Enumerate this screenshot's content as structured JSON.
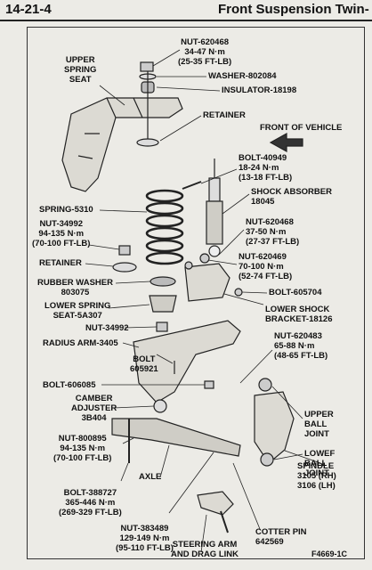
{
  "header": {
    "page_number": "14-21-4",
    "title": "Front Suspension Twin-"
  },
  "labels": {
    "upper_spring_seat": "UPPER\nSPRING\nSEAT",
    "nut_620468_top": "NUT-620468\n34-47 N·m\n(25-35 FT-LB)",
    "washer": "WASHER-802084",
    "insulator": "INSULATOR-18198",
    "retainer_top": "RETAINER",
    "front_of_vehicle": "FRONT OF VEHICLE",
    "bolt_40949": "BOLT-40949\n18-24 N·m\n(13-18 FT-LB)",
    "shock_absorber": "SHOCK ABSORBER\n18045",
    "spring": "SPRING-5310",
    "nut_34992_torque": "NUT-34992\n94-135 N·m\n(70-100 FT-LB)",
    "nut_620468_mid": "NUT-620468\n37-50 N·m\n(27-37 FT-LB)",
    "nut_620469": "NUT-620469\n70-100 N·m\n(52-74 FT-LB)",
    "retainer_left": "RETAINER",
    "rubber_washer": "RUBBER WASHER\n803075",
    "bolt_605704": "BOLT-605704",
    "lower_spring_seat": "LOWER SPRING\nSEAT-5A307",
    "lower_shock_bracket": "LOWER SHOCK\nBRACKET-18126",
    "nut_34992": "NUT-34992",
    "radius_arm": "RADIUS ARM-3405",
    "bolt_605921": "BOLT\n605921",
    "nut_620483": "NUT-620483\n65-88 N·m\n(48-65 FT-LB)",
    "bolt_606085": "BOLT-606085",
    "camber_adjuster": "CAMBER\nADJUSTER\n3B404",
    "upper_ball_joint": "UPPER\nBALL\nJOINT",
    "nut_800895": "NUT-800895\n94-135 N·m\n(70-100 FT-LB)",
    "lower_ball_joint": "LOWEF\nBALL\nJOINT",
    "axle": "AXLE",
    "spindle": "SPINDLE\n3105 (RH)\n3106 (LH)",
    "bolt_388727": "BOLT-388727\n365-446 N·m\n(269-329 FT-LB)",
    "cotter_pin": "COTTER PIN\n642569",
    "nut_383489": "NUT-383489\n129-149 N·m\n(95-110 FT-LB)",
    "steering_arm": "STEERING ARM\nAND DRAG LINK"
  },
  "figure_code": "F4669-1C"
}
